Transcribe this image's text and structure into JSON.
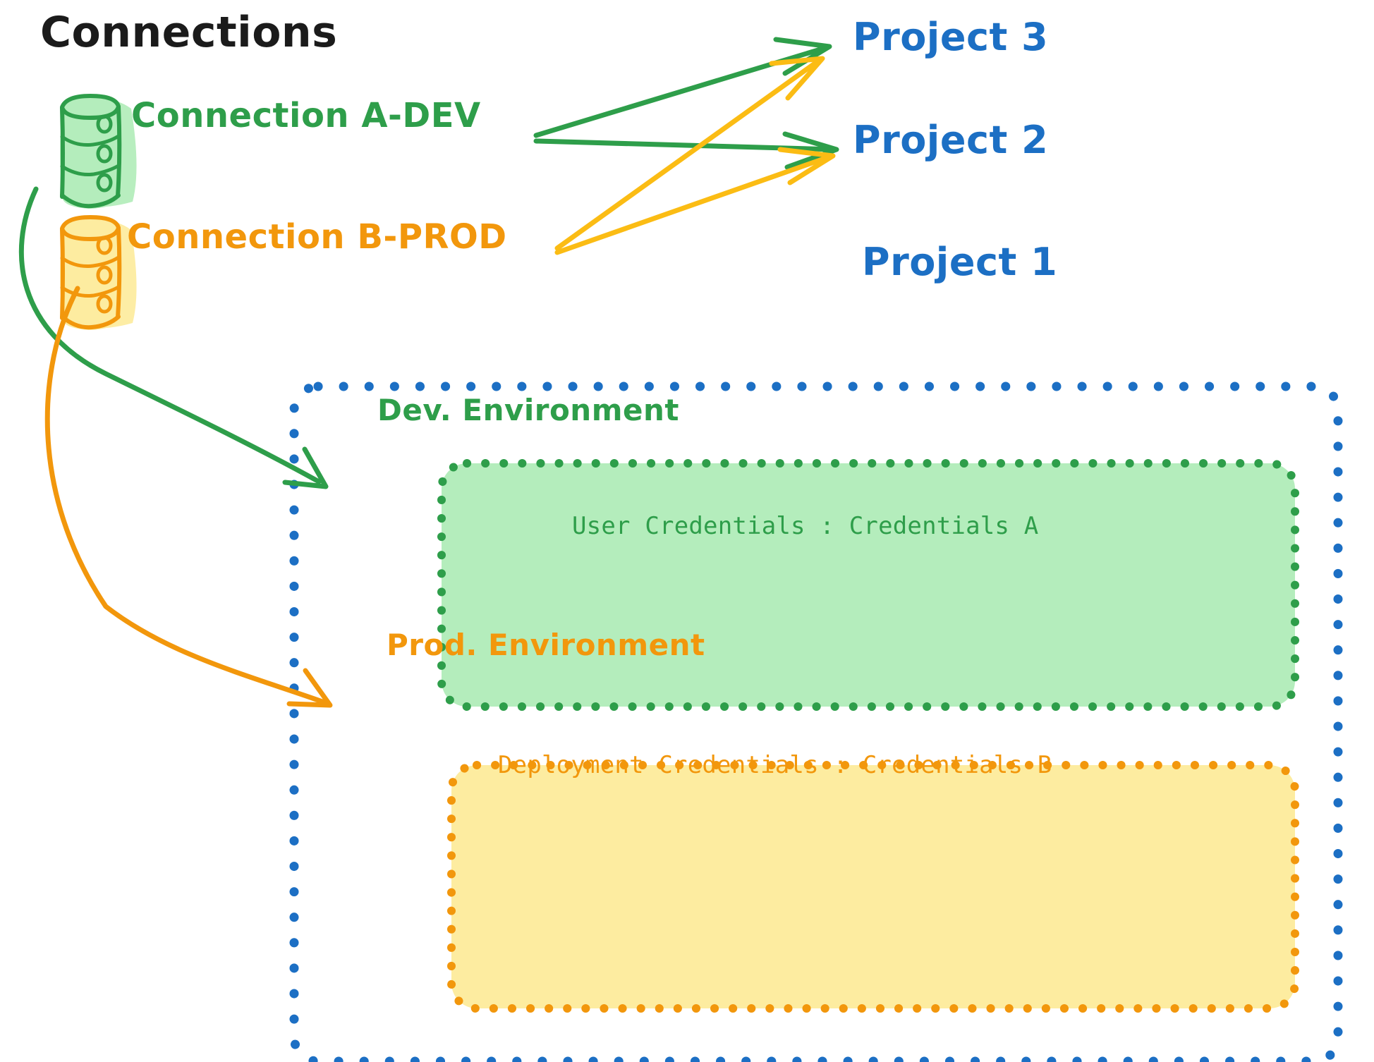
{
  "diagram": {
    "title": "Connections",
    "colors": {
      "green_stroke": "#2E9E4A",
      "green_fill": "#B4EDBC",
      "orange_stroke": "#F2970C",
      "orange_fill": "#FDECA0",
      "blue": "#1C6FC4",
      "title_black": "#1b1b1b",
      "background": "#ffffff"
    },
    "connections": [
      {
        "id": "a-dev",
        "label": "Connection A-DEV",
        "icon": "database-cylinder-icon",
        "color": "#2E9E4A",
        "targets": [
          "Project 3",
          "Project 2",
          "Dev. Environment"
        ]
      },
      {
        "id": "b-prod",
        "label": "Connection B-PROD",
        "icon": "database-cylinder-icon",
        "color": "#F2970C",
        "targets": [
          "Project 3",
          "Project 2",
          "Prod. Environment"
        ]
      }
    ],
    "projects": [
      {
        "id": "project-3",
        "label": "Project 3"
      },
      {
        "id": "project-2",
        "label": "Project 2"
      },
      {
        "id": "project-1",
        "label": "Project 1"
      }
    ],
    "project_1": {
      "label": "Project 1",
      "environments": [
        {
          "id": "dev",
          "title": "Dev. Environment",
          "credentials_label": "User Credentials",
          "credentials_separator": ":",
          "credentials_value": "Credentials A",
          "credentials_line": "User Credentials : Credentials A",
          "stroke": "#2E9E4A",
          "fill": "#B4EDBC"
        },
        {
          "id": "prod",
          "title": "Prod. Environment",
          "credentials_label": "Deployment Credentials",
          "credentials_separator": ":",
          "credentials_value": "Credentials B",
          "credentials_line": "Deployment Credentials : Credentials B",
          "stroke": "#F2970C",
          "fill": "#FDECA0"
        }
      ]
    }
  }
}
